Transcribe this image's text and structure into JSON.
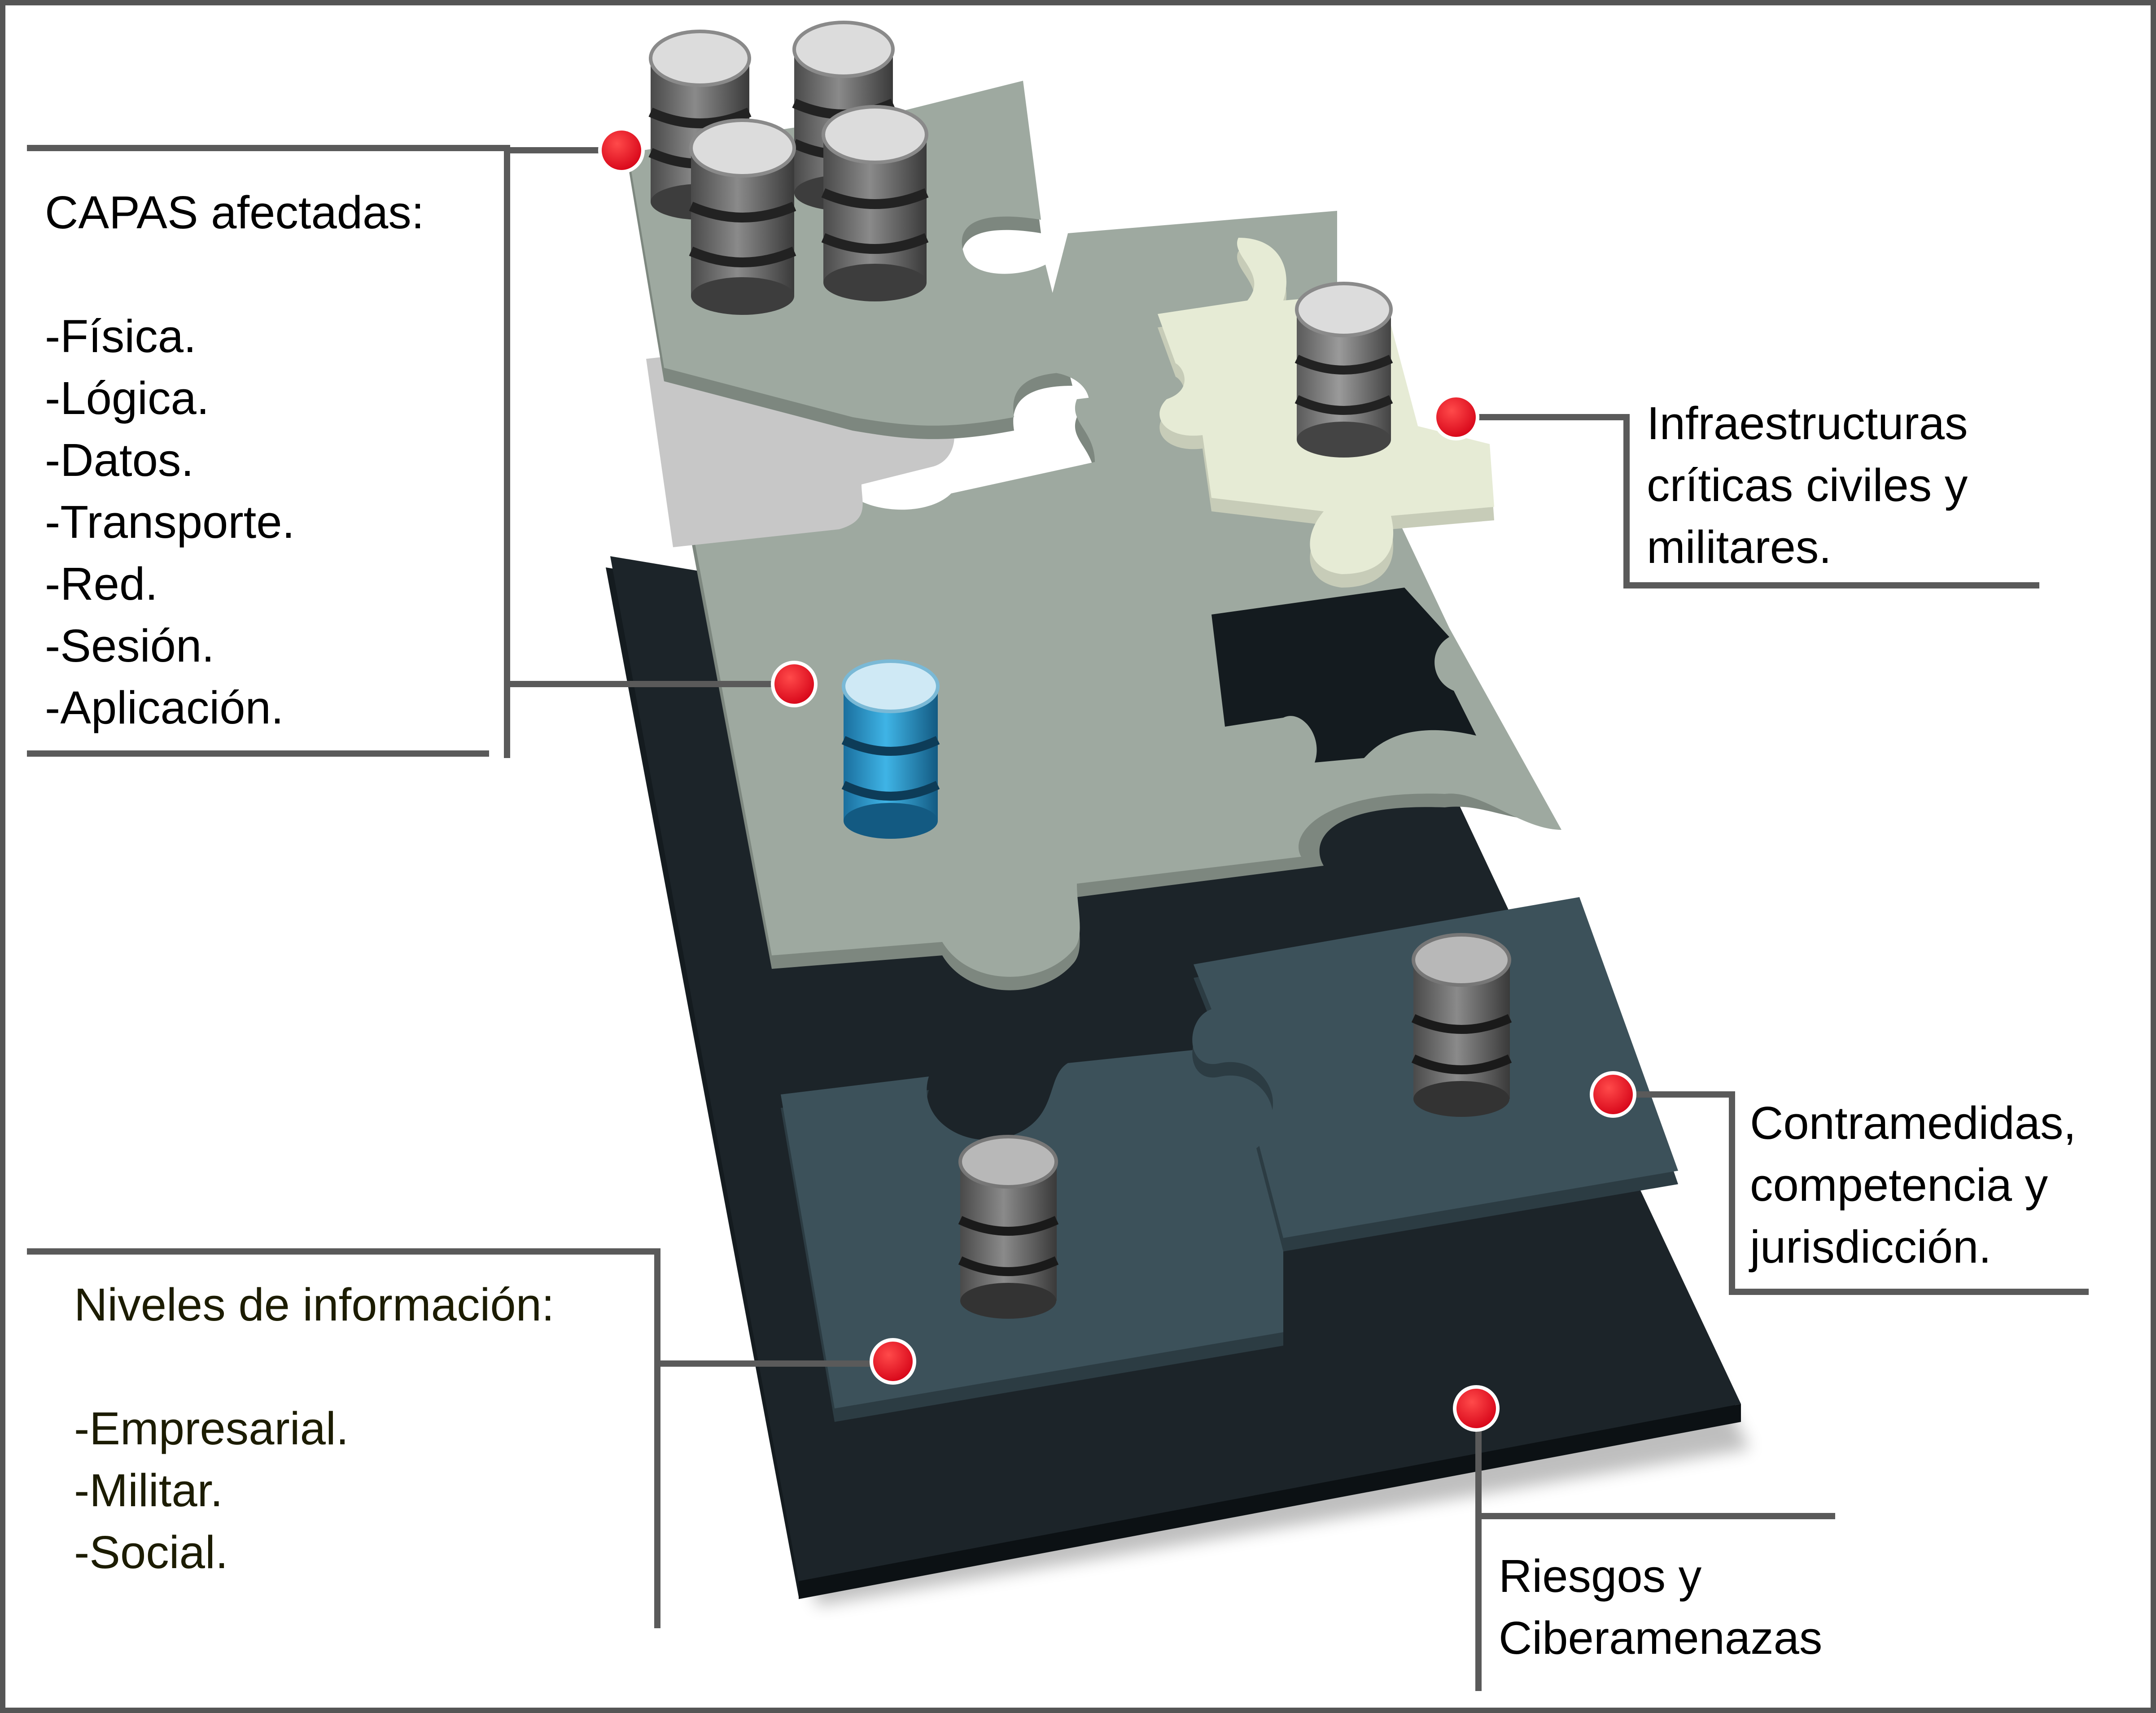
{
  "colors": {
    "base_layer": "#1c2429",
    "middle_layer": "#3c515a",
    "upper_layer": "#9ea9a0",
    "light_piece": "#e6ebd5",
    "dark_cylinder": "#6f6f6f",
    "light_cylinder": "#dcdcdc",
    "blue_cylinder": "#2f9fd2",
    "marker": "#e8001c",
    "callout_line": "#5a5a5a",
    "frame": "#555555"
  },
  "callouts": {
    "capas": {
      "title": "CAPAS afectadas:",
      "items": [
        "-Física.",
        "-Lógica.",
        "-Datos.",
        "-Transporte.",
        "-Red.",
        "-Sesión.",
        "-Aplicación."
      ]
    },
    "infraestructuras": {
      "lines": [
        "Infraestructuras",
        "críticas civiles y",
        "militares."
      ]
    },
    "contramedidas": {
      "lines": [
        "Contramedidas,",
        "competencia y",
        "jurisdicción."
      ]
    },
    "niveles": {
      "title": "Niveles de información:",
      "items": [
        "-Empresarial.",
        "-Militar.",
        "-Social."
      ]
    },
    "riesgos": {
      "lines": [
        "Riesgos y",
        "Ciberamenazas"
      ]
    }
  }
}
